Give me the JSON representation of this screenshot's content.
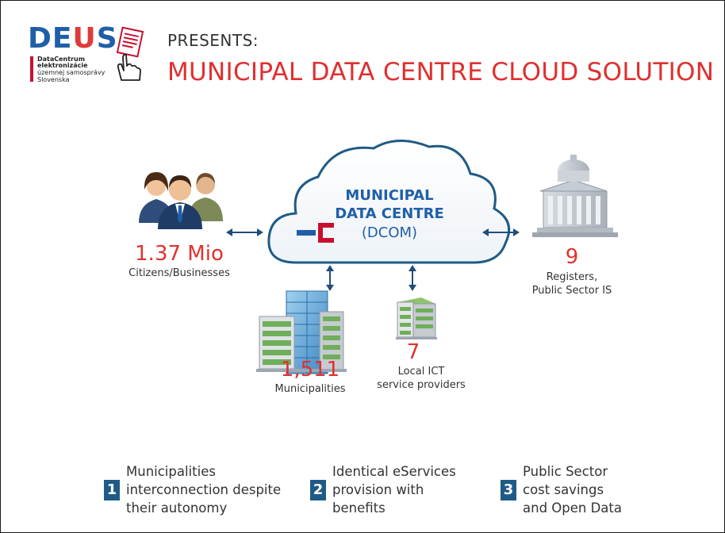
{
  "header": {
    "presents": "PRESENTS:",
    "title": "MUNICIPAL DATA CENTRE CLOUD SOLUTION"
  },
  "logo": {
    "letters": [
      "D",
      "E",
      "U",
      "S"
    ],
    "line1": "DataCentrum",
    "line2": "elektronizácie",
    "line3": "územnej samosprávy",
    "line4": "Slovenska"
  },
  "cloud": {
    "title_line1": "MUNICIPAL",
    "title_line2": "DATA CENTRE",
    "subtitle": "(DCOM)"
  },
  "nodes": {
    "citizens": {
      "value": "1.37 Mio",
      "label": "Citizens/Businesses",
      "icon": "people-icon"
    },
    "registers": {
      "value": "9",
      "label_line1": "Registers,",
      "label_line2": "Public Sector IS",
      "icon": "government-building-icon"
    },
    "municipalities": {
      "value": "1,511",
      "label": "Municipalities",
      "icon": "office-buildings-icon"
    },
    "ict": {
      "value": "7",
      "label_line1": "Local ICT",
      "label_line2": "service providers",
      "icon": "small-building-icon"
    }
  },
  "benefits": [
    {
      "number": "1",
      "line1": "Municipalities",
      "line2": "interconnection despite",
      "line3": "their autonomy"
    },
    {
      "number": "2",
      "line1": "Identical eServices",
      "line2": "provision with",
      "line3": "benefits"
    },
    {
      "number": "3",
      "line1": "Public Sector",
      "line2": "cost savings",
      "line3": "and Open Data"
    }
  ],
  "colors": {
    "accent_red": "#e0312f",
    "accent_blue": "#1f5fa8",
    "badge_blue": "#1f5b86",
    "cloud_stroke": "#1f5b86"
  }
}
